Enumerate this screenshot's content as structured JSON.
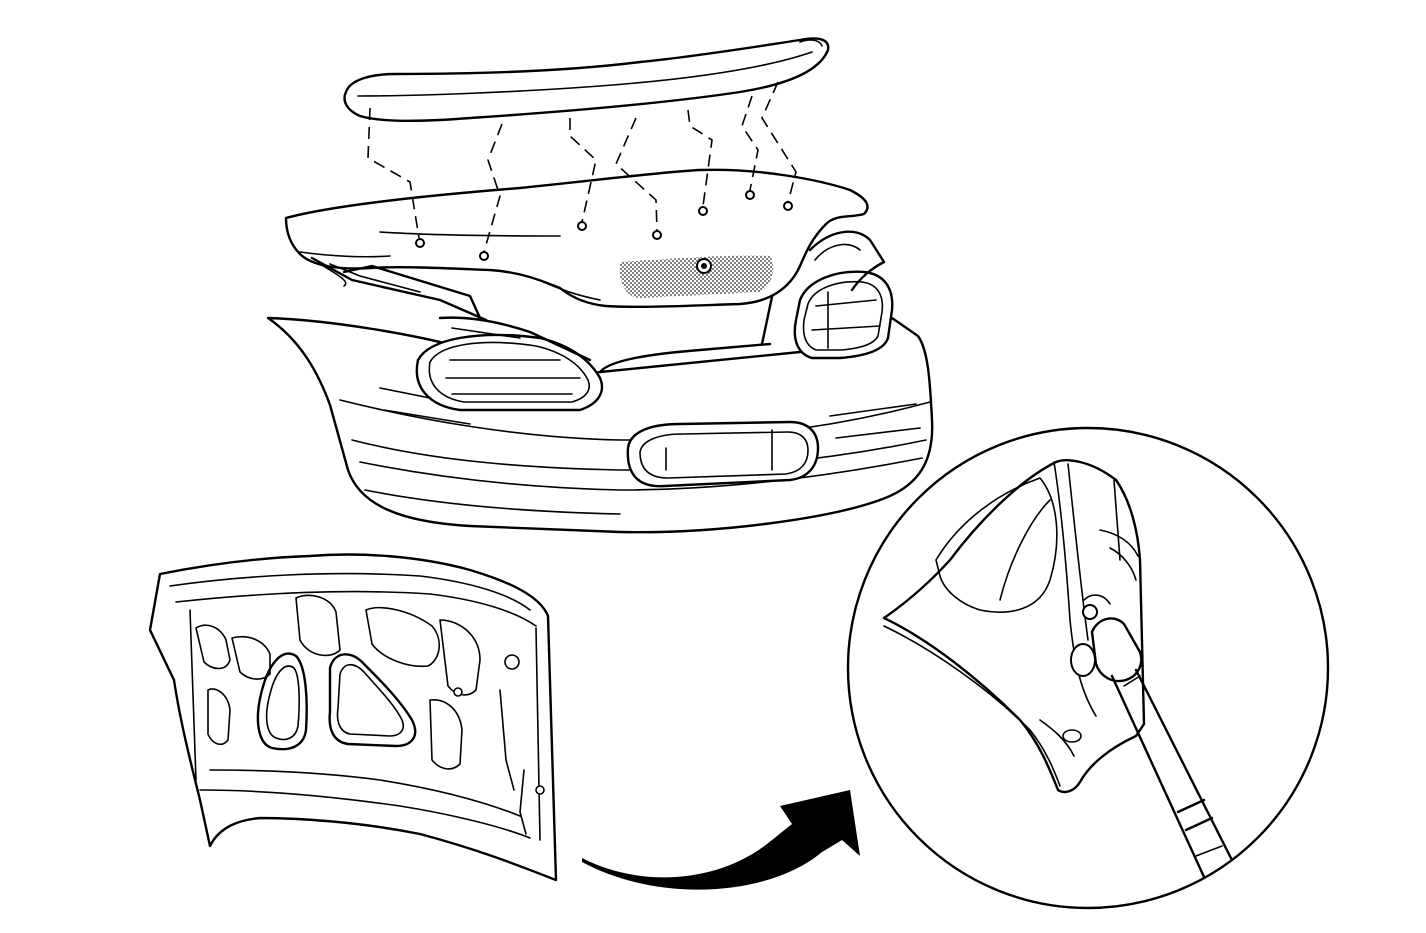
{
  "diagram": {
    "type": "technical-line-illustration",
    "colors": {
      "line": "#000000",
      "background": "#ffffff",
      "shading": "#808080"
    },
    "components": [
      {
        "id": "rear-spoiler",
        "fastener_count": 8
      },
      {
        "id": "trunk-lid"
      },
      {
        "id": "rear-bumper-fascia"
      },
      {
        "id": "left-tail-lamp"
      },
      {
        "id": "right-tail-lamp"
      },
      {
        "id": "trunk-lid-inner-panel"
      },
      {
        "id": "detail-magnifier-circle"
      },
      {
        "id": "wire-harness-grommet"
      },
      {
        "id": "detail-arrow"
      }
    ]
  }
}
